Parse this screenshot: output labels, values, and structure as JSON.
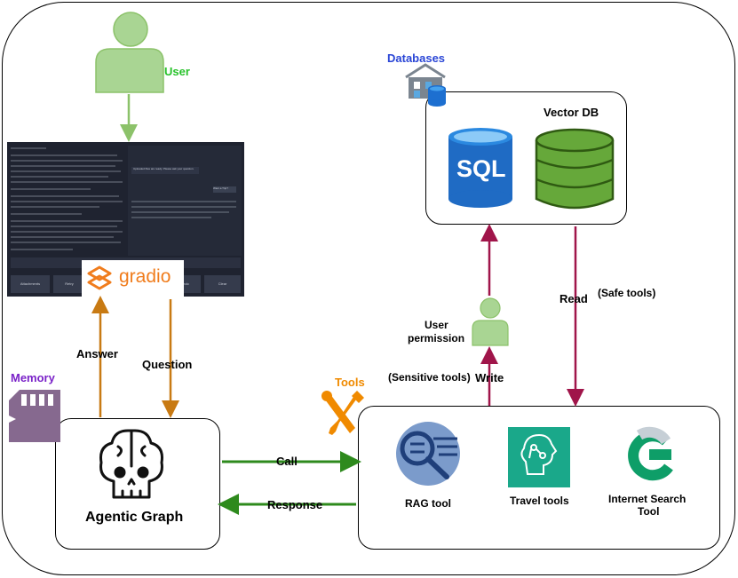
{
  "labels": {
    "user": "User",
    "databases": "Databases",
    "vector_db": "Vector DB",
    "sql": "SQL",
    "gradio": "gradio",
    "answer": "Answer",
    "question": "Question",
    "memory": "Memory",
    "tools": "Tools",
    "user_permission_line1": "User",
    "user_permission_line2": "permission",
    "sensitive_tools": "(Sensitive tools)",
    "write": "Write",
    "read": "Read",
    "safe_tools": "(Safe tools)",
    "call": "Call",
    "response": "Response",
    "agentic_graph": "Agentic Graph",
    "rag_tool": "RAG tool",
    "travel_tools": "Travel tools",
    "internet_search_line1": "Internet Search",
    "internet_search_line2": "Tool"
  },
  "screenshot": {
    "chat_bubble_1": "Uploaded files are ready. Please ask your question.",
    "chat_bubble_2": "Want a Trip?",
    "buttons": [
      "Attachments",
      "Retry",
      "Undo",
      "Clear"
    ]
  },
  "colors": {
    "user_green": "#27c22a",
    "databases_blue": "#2a46d6",
    "tools_orange": "#f08a00",
    "memory_purple": "#7a22c8",
    "gradio_orange": "#f07c1c",
    "arrow_brown": "#c87a13",
    "arrow_maroon": "#a0154a",
    "arrow_green": "#2e8a1d",
    "arrow_lightgreen": "#8cc26a"
  }
}
